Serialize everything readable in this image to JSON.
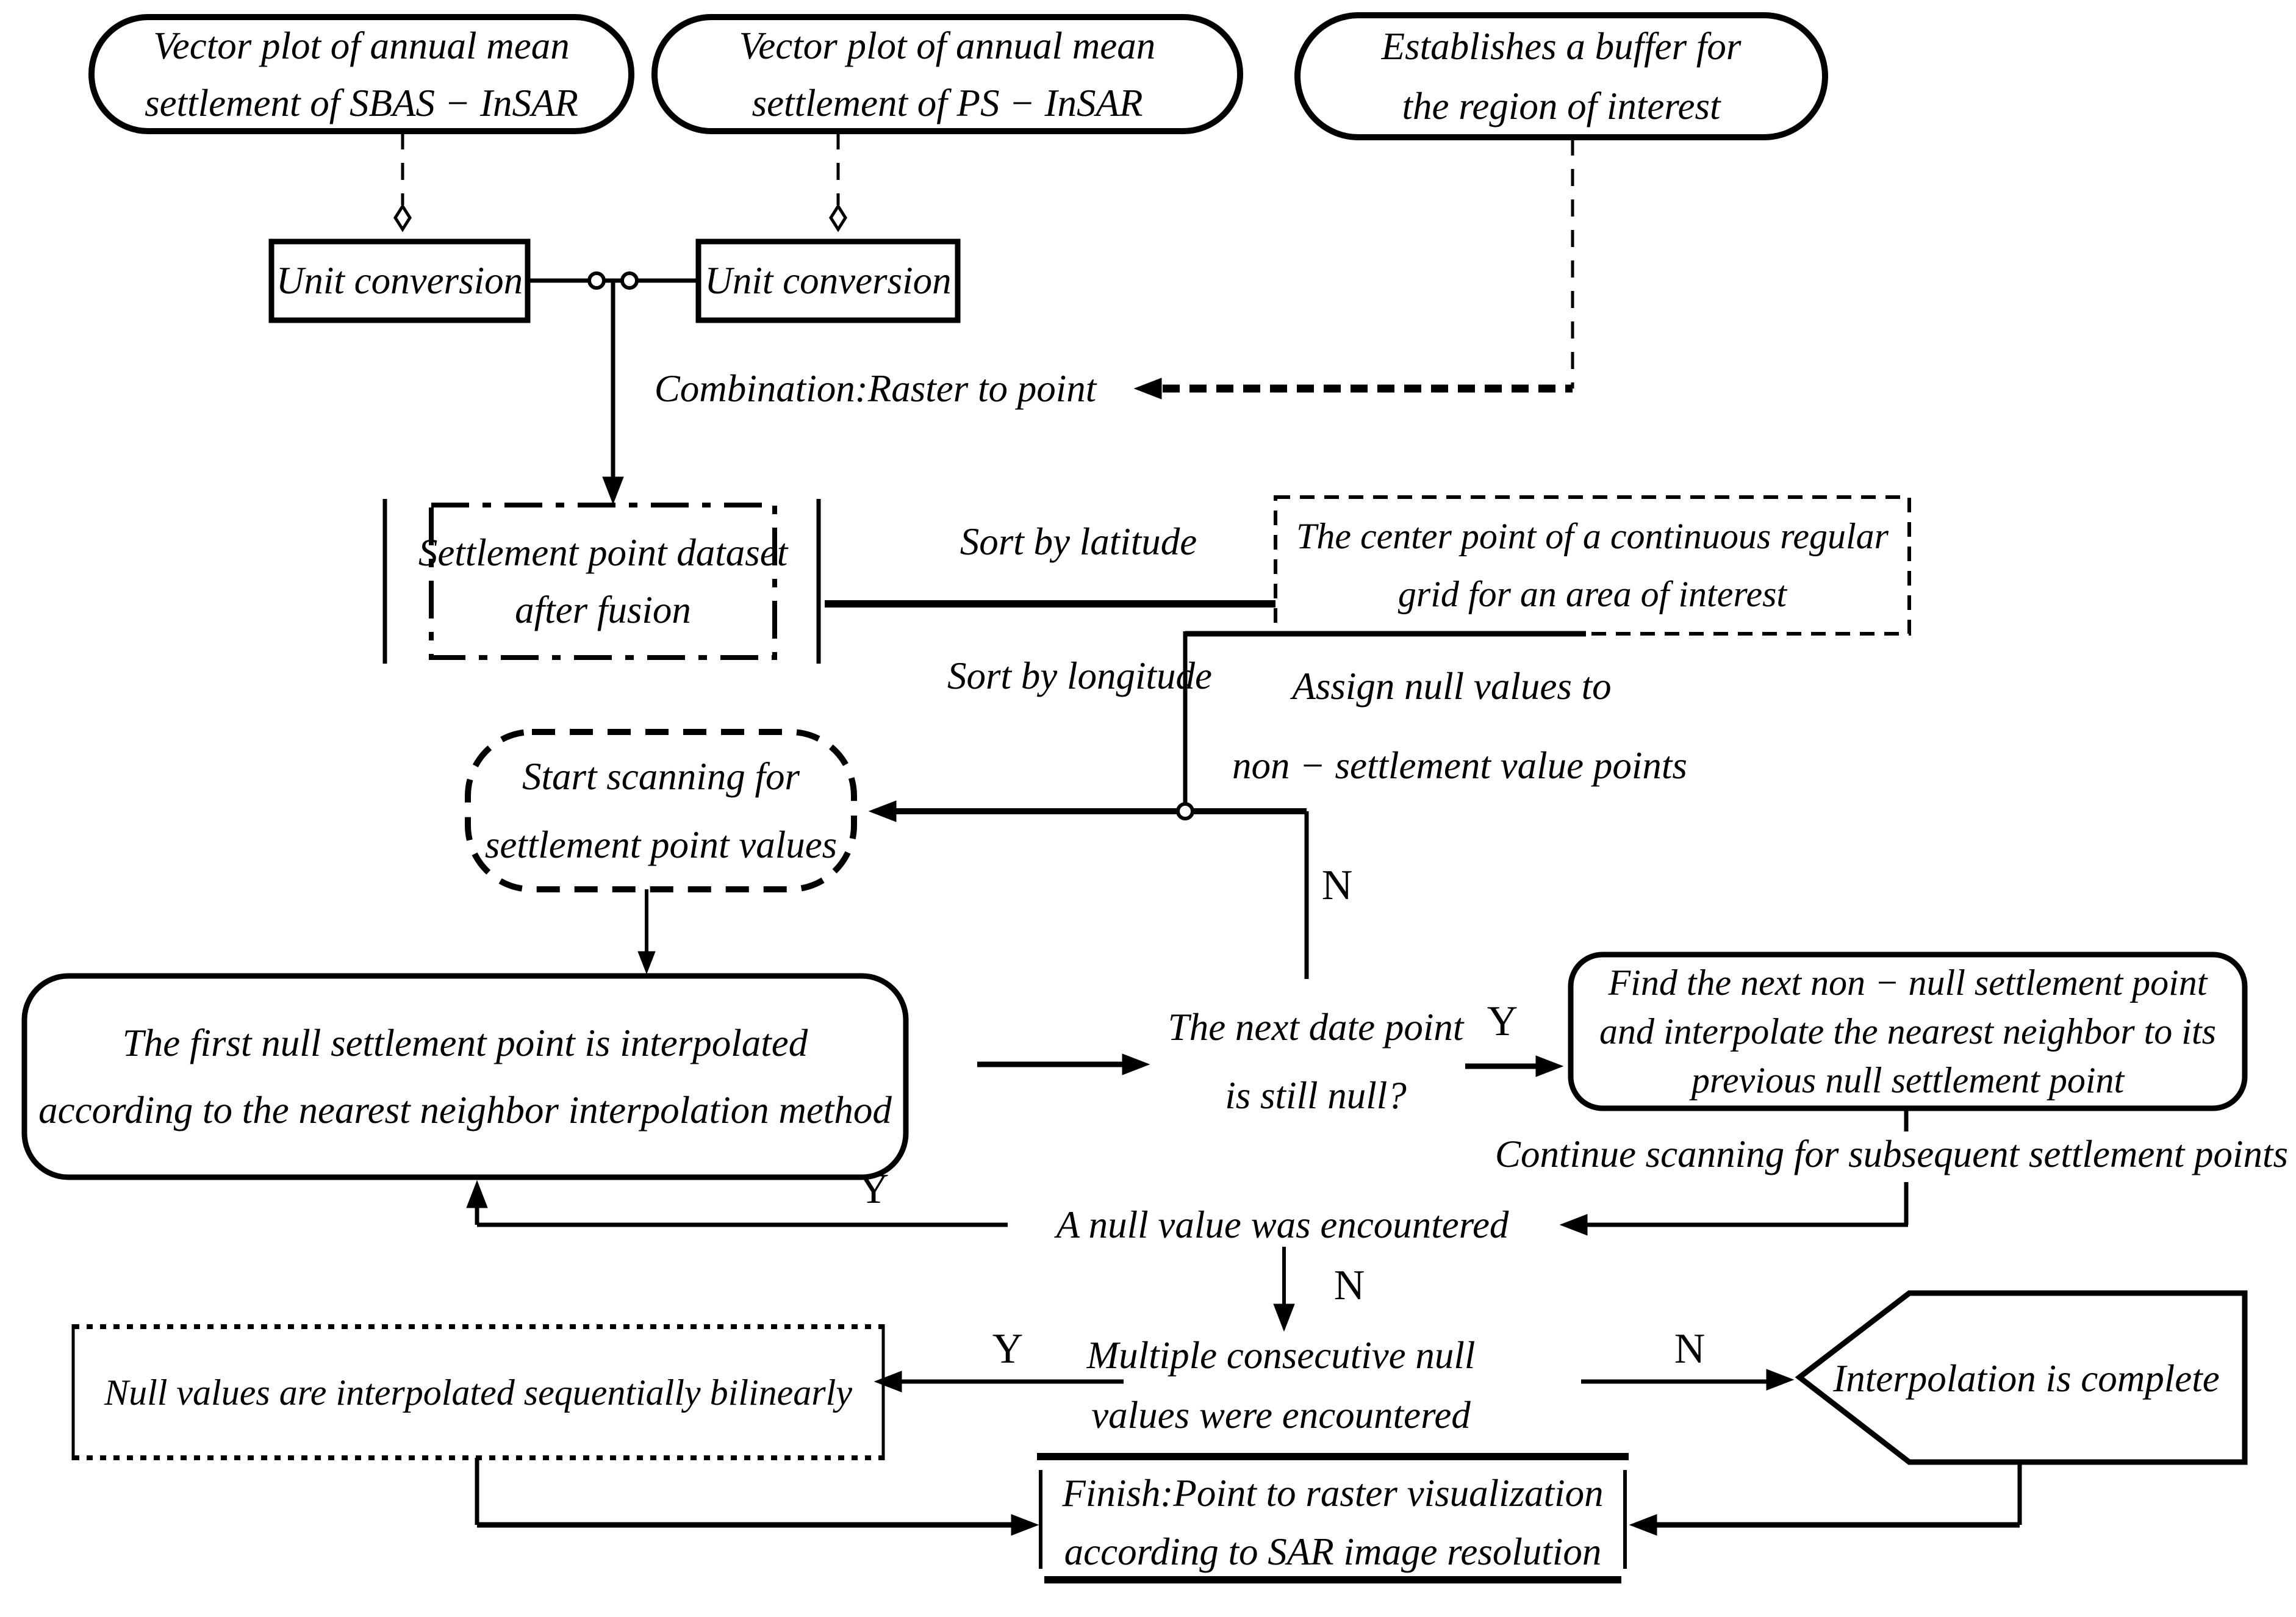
{
  "colors": {
    "ink": "#000000",
    "paper": "#ffffff"
  },
  "diagram": {
    "nodes": {
      "sbas": {
        "lines": [
          "Vector plot of annual mean",
          "settlement of SBAS − InSAR"
        ]
      },
      "ps": {
        "lines": [
          "Vector plot of annual mean",
          "settlement of PS − InSAR"
        ]
      },
      "buffer": {
        "lines": [
          "Establishes a buffer for",
          "the region of interest"
        ]
      },
      "unit1": {
        "label": "Unit conversion"
      },
      "unit2": {
        "label": "Unit conversion"
      },
      "combination": {
        "label": "Combination:Raster to point"
      },
      "fusion": {
        "lines": [
          "Settlement point dataset",
          "after fusion"
        ]
      },
      "sort_lat": {
        "label": "Sort by latitude"
      },
      "sort_lon": {
        "label": "Sort by longitude"
      },
      "grid": {
        "lines": [
          "The center point of a continuous regular",
          "grid for an area of interest"
        ]
      },
      "assign": {
        "lines": [
          "Assign null values to",
          "non − settlement value points"
        ]
      },
      "scan": {
        "lines": [
          "Start scanning for",
          "settlement point values"
        ]
      },
      "first_null": {
        "lines": [
          "The first null settlement point is interpolated",
          "according to the nearest neighbor interpolation method"
        ]
      },
      "next_null_q": {
        "lines": [
          "The next date point",
          "is still null?"
        ]
      },
      "find_next": {
        "lines": [
          "Find the next non − null settlement point",
          "and interpolate the nearest neighbor to its",
          "previous null settlement point"
        ]
      },
      "continue_scan": {
        "label": "Continue scanning for subsequent settlement points"
      },
      "null_encountered": {
        "label": "A null value was encountered"
      },
      "multi_null_q": {
        "lines": [
          "Multiple consecutive null",
          "values were encountered"
        ]
      },
      "bilinear": {
        "label": "Null values are interpolated sequentially bilinearly"
      },
      "finish": {
        "lines": [
          "Finish:Point to raster visualization",
          "according to SAR image resolution"
        ]
      },
      "complete": {
        "label": "Interpolation is complete"
      }
    },
    "edge_labels": {
      "n_to_scan": "N",
      "y_to_find": "Y",
      "y_null_feedback": "Y",
      "n_multiple": "N",
      "y_bilinear": "Y",
      "n_complete": "N"
    }
  }
}
